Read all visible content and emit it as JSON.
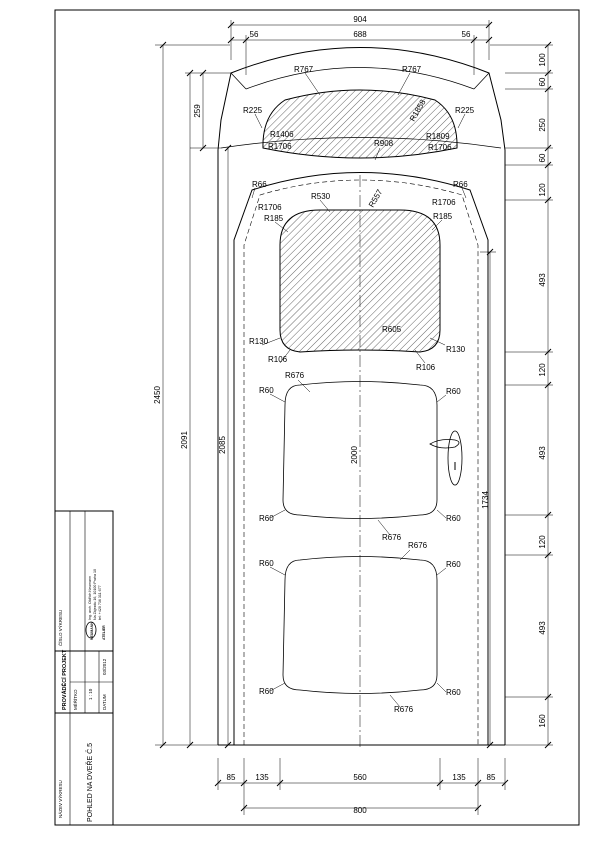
{
  "dimensions": {
    "top_total": "904",
    "top_left": "56",
    "top_mid": "688",
    "top_right": "56",
    "bottom_total": "800",
    "bottom_row": [
      "85",
      "135",
      "560",
      "135",
      "85"
    ],
    "left_total": "2450",
    "left_mid": "2091",
    "left_inner": "2085",
    "left_top": "259",
    "center_vertical": "2000",
    "right_long": "1734",
    "right_stack": [
      "100",
      "60",
      "250",
      "60",
      "120",
      "493",
      "120",
      "493",
      "120",
      "493",
      "160"
    ],
    "radii": {
      "r767_left": "R767",
      "r767_right": "R767",
      "r225_left": "R225",
      "r225_right": "R225",
      "r1406": "R1406",
      "r1706_top_left": "R1706",
      "r908": "R908",
      "r1858": "R1858",
      "r1809": "R1809",
      "r1706_top_right": "R1706",
      "r66_left": "R66",
      "r66_right": "R66",
      "r530": "R530",
      "r1706_mid_left": "R1706",
      "r557": "R557",
      "r1706_mid_right": "R1706",
      "r185_left": "R185",
      "r185_right": "R185",
      "r605": "R605",
      "r130_left": "R130",
      "r130_right": "R130",
      "r106_left": "R106",
      "r106_right": "R106",
      "r676_a": "R676",
      "r676_b": "R676",
      "r676_c": "R676",
      "r676_d": "R676",
      "r60": [
        "R60",
        "R60",
        "R60",
        "R60",
        "R60",
        "R60",
        "R60",
        "R60"
      ]
    }
  },
  "title_block": {
    "drawing_name_label": "NÁZEV VÝKRESU",
    "drawing_name_value": "POHLED NA DVEŘE Č.5",
    "drawing_number_label": "ČÍSLO VÝKRESU",
    "stage": "PROVÁDĚCÍ PROJEKT",
    "scale_label": "MĚŘÍTKO",
    "scale_value": "1 : 10",
    "date_label": "DATUM",
    "date_value": "03/2012",
    "company_lines": [
      "Ing. arch. Oldřich Neumann",
      "Na Zájezdu 16, 10100 Praha 10",
      "tel: +420 736 311 677"
    ],
    "logo_text": "NEUMANN",
    "stamp_text": "ATELIER"
  }
}
